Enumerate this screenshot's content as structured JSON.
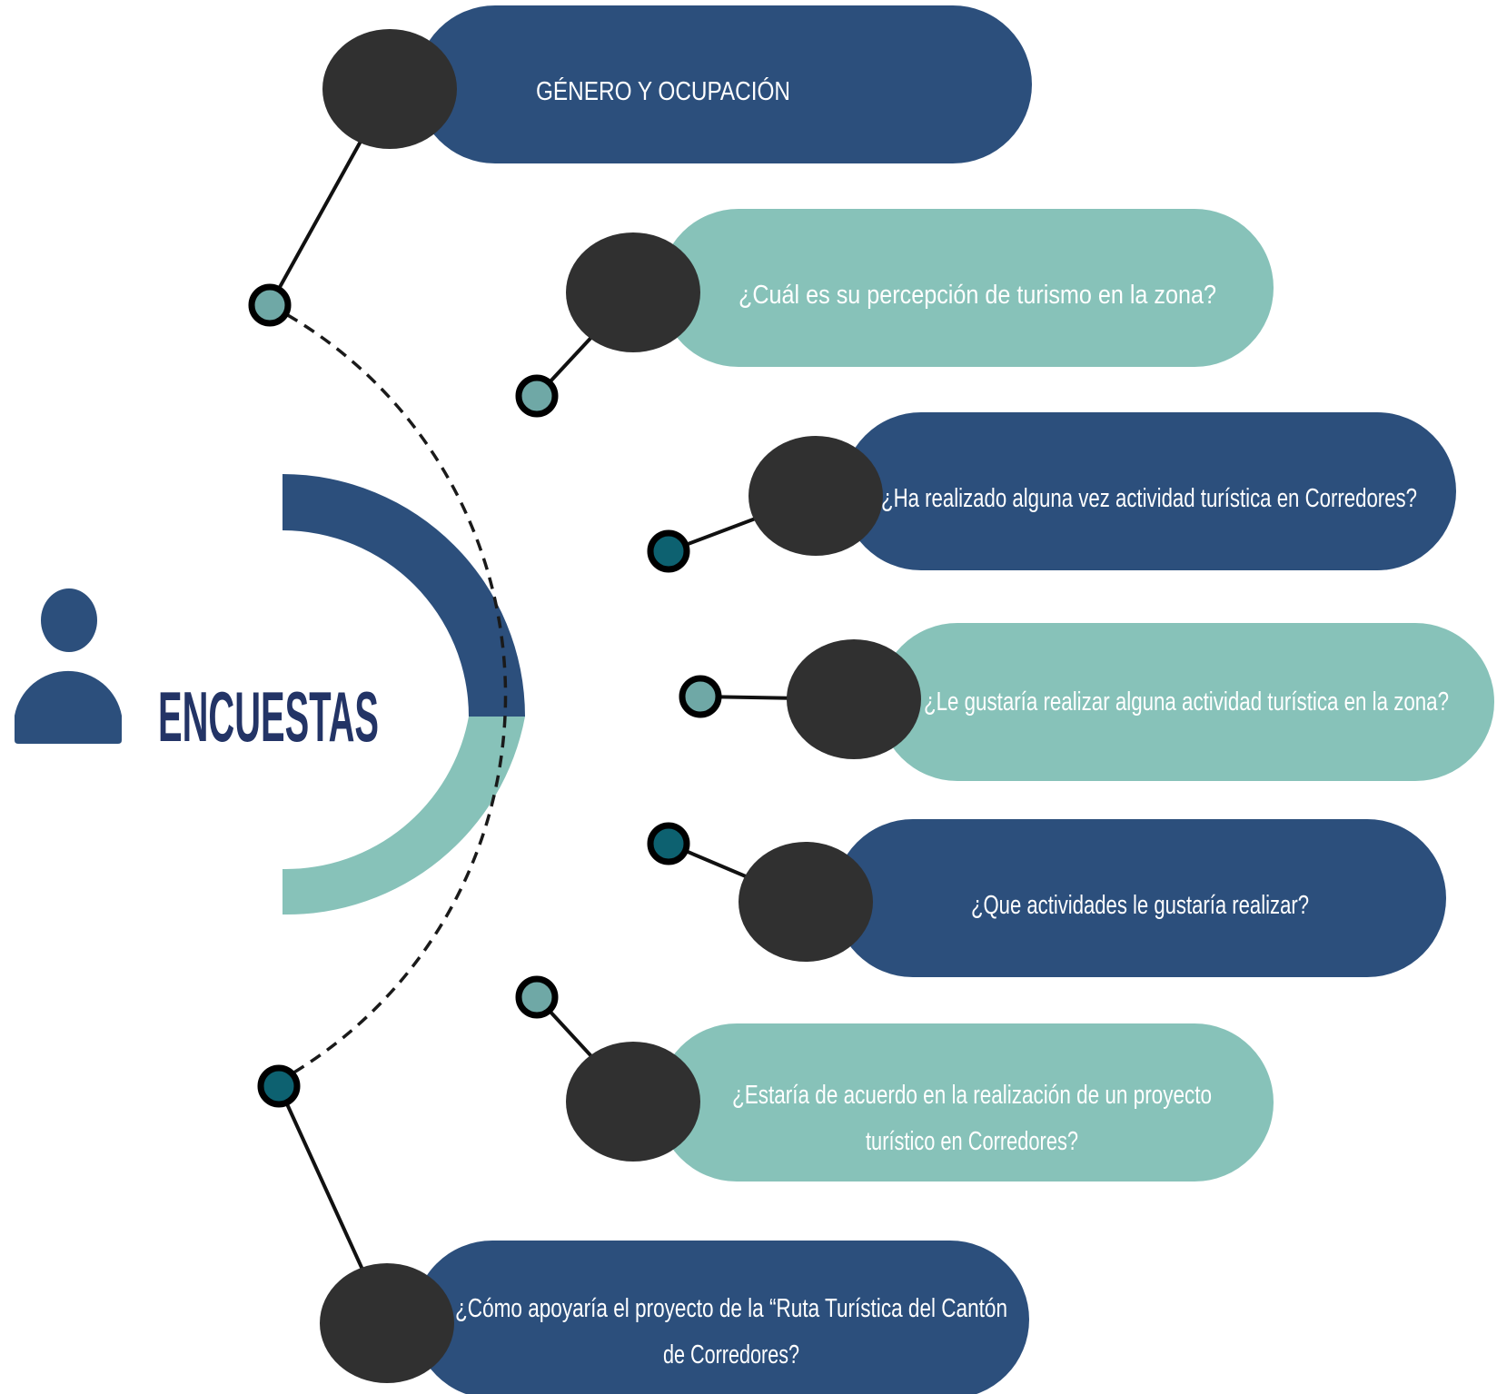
{
  "title": "ENCUESTAS",
  "colors": {
    "navy": "#2c4f7c",
    "teal": "#87c2b9",
    "dark_circle": "#303030",
    "title": "#233466",
    "dot_light": "#6fa8a6",
    "dot_dark": "#0d6170",
    "white": "#ffffff"
  },
  "icon": "person-icon",
  "items": [
    {
      "lines": [
        "GÉNERO Y OCUPACIÓN"
      ],
      "color": "navy",
      "dot": "light"
    },
    {
      "lines": [
        "¿Cuál es su percepción de turismo en la zona?"
      ],
      "color": "teal",
      "dot": "light"
    },
    {
      "lines": [
        "¿Ha realizado alguna vez actividad turística en Corredores?"
      ],
      "color": "navy",
      "dot": "dark"
    },
    {
      "lines": [
        "¿Le gustaría realizar alguna actividad turística en la zona?"
      ],
      "color": "teal",
      "dot": "light"
    },
    {
      "lines": [
        "¿Que actividades le gustaría realizar?"
      ],
      "color": "navy",
      "dot": "dark"
    },
    {
      "lines": [
        "¿Estaría de acuerdo en la realización de un proyecto",
        "turístico en Corredores?"
      ],
      "color": "teal",
      "dot": "light"
    },
    {
      "lines": [
        "¿Cómo apoyaría el proyecto de la “Ruta Turística del Cantón",
        "de Corredores?"
      ],
      "color": "navy",
      "dot": "dark"
    }
  ]
}
